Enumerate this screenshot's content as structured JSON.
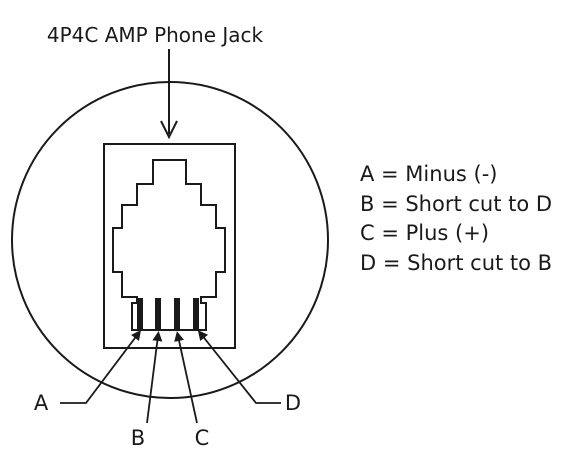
{
  "diagram": {
    "title": "4P4C AMP Phone Jack",
    "pins": [
      {
        "letter": "A"
      },
      {
        "letter": "B"
      },
      {
        "letter": "C"
      },
      {
        "letter": "D"
      }
    ],
    "legend": [
      "A = Minus (-)",
      "B = Short cut to D",
      "C = Plus (+)",
      "D = Short cut to B"
    ]
  }
}
